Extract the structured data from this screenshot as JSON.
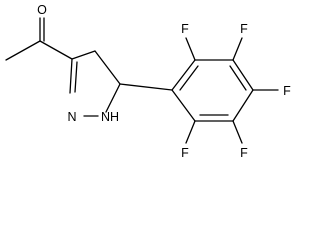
{
  "structure": {
    "atoms": {
      "o1": "O",
      "n1": "N",
      "n2": "NH",
      "f1": "F",
      "f2": "F",
      "f3": "F",
      "f4": "F",
      "f5": "F"
    }
  }
}
